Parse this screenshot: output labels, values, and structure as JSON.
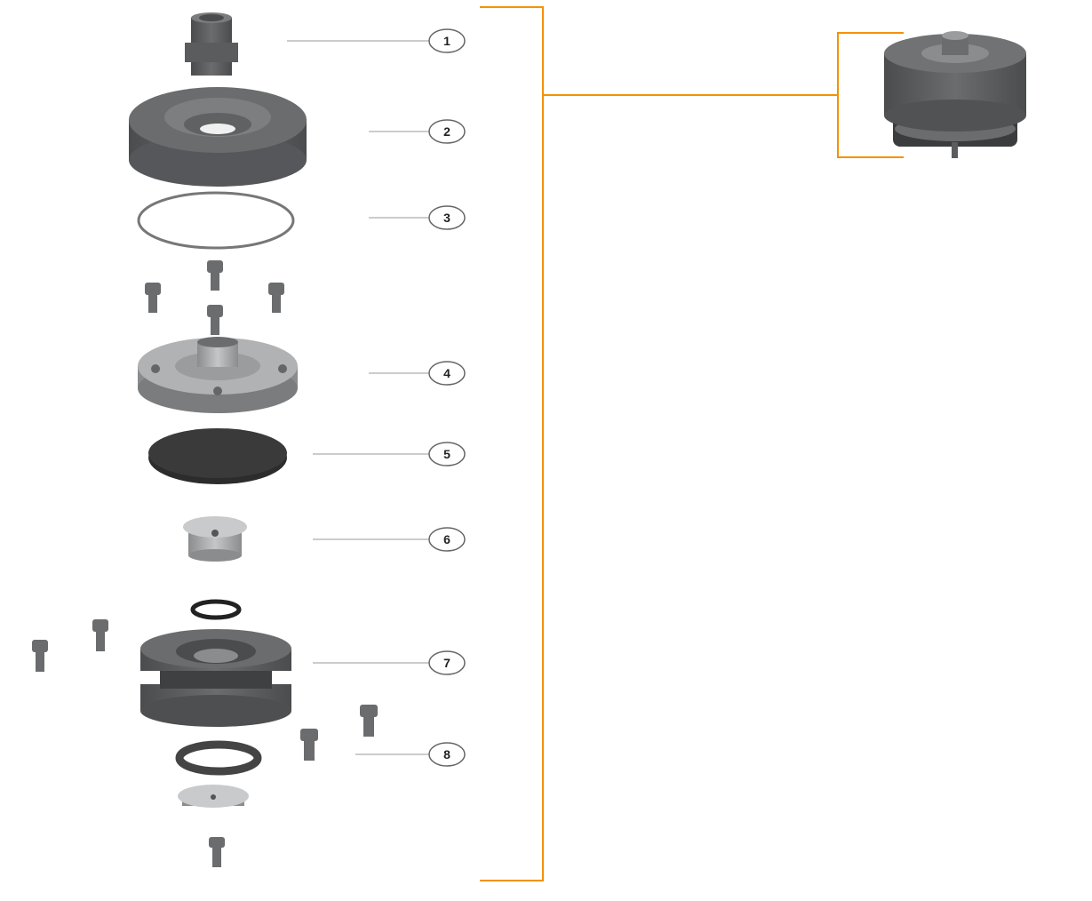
{
  "callouts": [
    "1",
    "2",
    "3",
    "4",
    "5",
    "6",
    "7",
    "8"
  ],
  "colors": {
    "bracket": "#f39200",
    "part_dark": "#5a5c5e",
    "part_light": "#9a9c9e"
  }
}
